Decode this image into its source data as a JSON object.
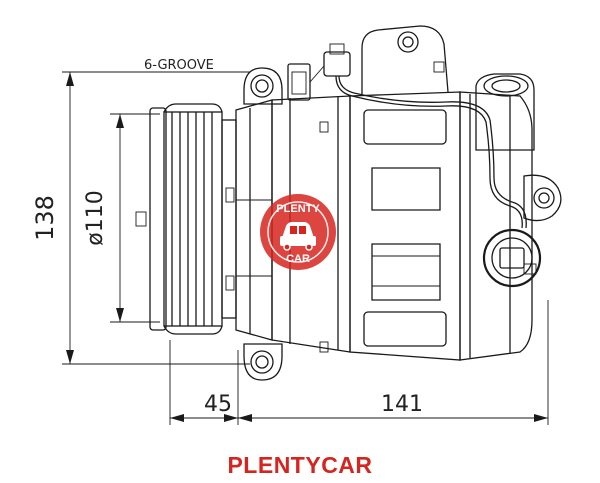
{
  "diagram": {
    "groove_label": "6-GROOVE",
    "dim_height": "138",
    "dim_diameter": "ø110",
    "dim_pulley_offset": "45",
    "dim_body_length": "141"
  },
  "watermark": {
    "text_top": "PLENTY",
    "text_bottom": "CAR",
    "color": "#d6241e",
    "icon": "car-icon"
  },
  "caption": "PLENTYCAR",
  "colors": {
    "accent": "#d6241e",
    "line": "#1a1a1a"
  }
}
